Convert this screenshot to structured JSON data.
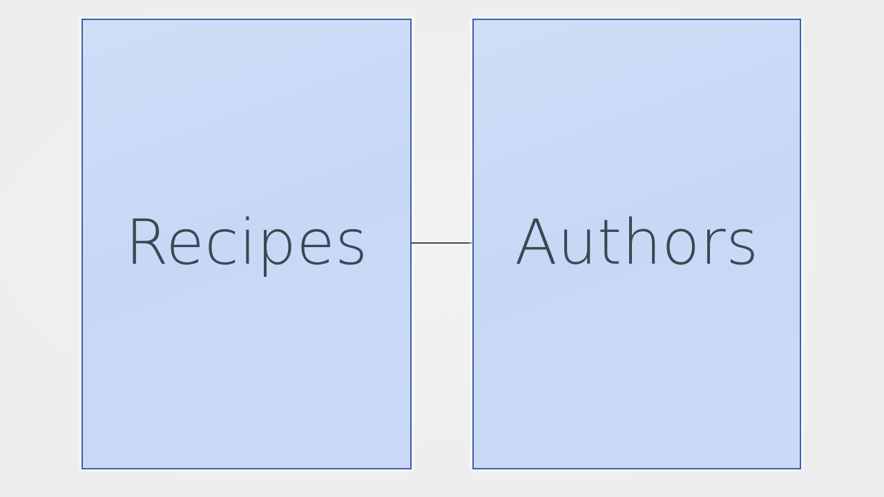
{
  "diagram": {
    "type": "entity-relationship",
    "background_color": "#efeff0",
    "entities": [
      {
        "id": "recipes",
        "label": "Recipes",
        "fill_color": "#c7d8f6",
        "border_color": "#3b5ea8",
        "text_color": "#3d4752"
      },
      {
        "id": "authors",
        "label": "Authors",
        "fill_color": "#c7d8f6",
        "border_color": "#3b5ea8",
        "text_color": "#3d4752"
      }
    ],
    "relationships": [
      {
        "id": "recipes-authors",
        "from": "recipes",
        "to": "authors",
        "label": "",
        "line_color": "#3d4752",
        "style": "solid"
      }
    ]
  }
}
